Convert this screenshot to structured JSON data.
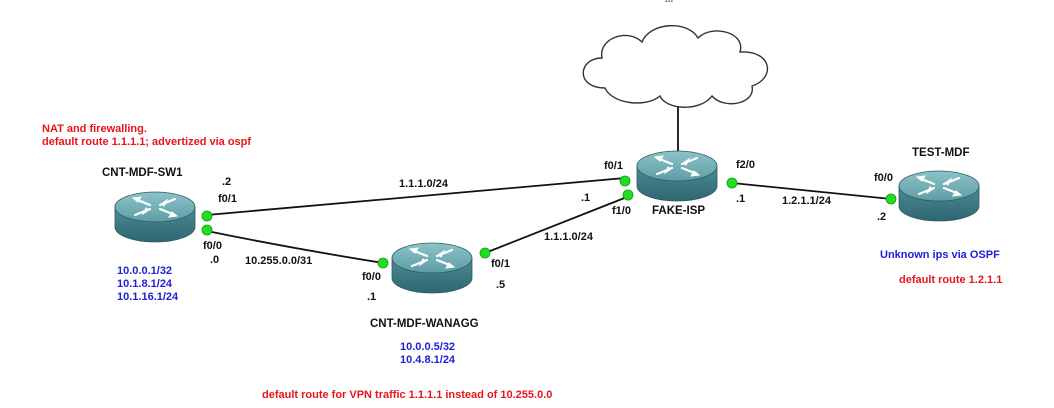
{
  "top_clip": "...",
  "notes": {
    "nat_line1": "NAT and firewalling.",
    "nat_line2": "default route 1.1.1.1; advertized via ospf",
    "vpn_default": "default route for VPN traffic 1.1.1.1 instead of 10.255.0.0",
    "unknown_ips": "Unknown ips via OSPF",
    "test_default": "default route 1.2.1.1"
  },
  "routers": {
    "sw1": {
      "name": "CNT-MDF-SW1",
      "ips": [
        "10.0.0.1/32",
        "10.1.8.1/24",
        "10.1.16.1/24"
      ]
    },
    "wanagg": {
      "name": "CNT-MDF-WANAGG",
      "ips": [
        "10.0.0.5/32",
        "10.4.8.1/24"
      ]
    },
    "isp": {
      "name": "FAKE-ISP"
    },
    "test": {
      "name": "TEST-MDF"
    }
  },
  "interfaces": {
    "sw1_f01": "f0/1",
    "sw1_f01_addr": ".2",
    "sw1_f00": "f0/0",
    "sw1_f00_addr": ".0",
    "wan_f00": "f0/0",
    "wan_f00_addr": ".1",
    "wan_f01": "f0/1",
    "wan_f01_addr": ".5",
    "isp_f01": "f0/1",
    "isp_f01_addr": ".1",
    "isp_f10": "f1/0",
    "isp_f20": "f2/0",
    "isp_f20_addr": ".1",
    "test_f00": "f0/0",
    "test_f00_addr": ".2"
  },
  "links": {
    "sw1_isp": "1.1.1.0/24",
    "sw1_wan": "10.255.0.0/31",
    "wan_isp": "1.1.1.0/24",
    "isp_test": "1.2.1.1/24"
  },
  "colors": {
    "router_top": "#6fb0b6",
    "router_side": "#3f7f88",
    "port": "#22dd22",
    "note_red": "#e8141c",
    "note_blue": "#2020d8"
  }
}
